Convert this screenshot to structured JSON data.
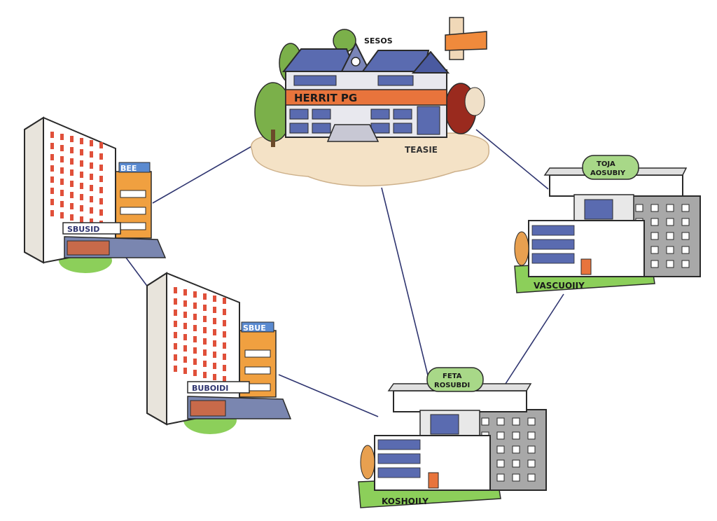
{
  "nodes": {
    "campus": {
      "banner_text": "HERRIT PG",
      "sign_top": "SESOS",
      "ground_text": "TEASIE"
    },
    "tower_a": {
      "badge": "BEE",
      "lobby_sign": "SBUSID"
    },
    "tower_b": {
      "badge": "SBUE",
      "lobby_sign": "BUBOIDI"
    },
    "office_a": {
      "roof_sign_line1": "TOJA",
      "roof_sign_line2": "AOSUBIY",
      "base_sign": "VASCUOIIY"
    },
    "office_b": {
      "roof_sign_line1": "FETA",
      "roof_sign_line2": "ROSUBDI",
      "base_sign": "KOSHOILY"
    }
  },
  "colors": {
    "line": "#2f3570",
    "roof_blue": "#5a6bb0",
    "banner_orange": "#e8743c",
    "grass": "#8ccf5a",
    "sign_green": "#a8d888",
    "tower_orange": "#f0a040",
    "outline": "#2a2a2a"
  }
}
